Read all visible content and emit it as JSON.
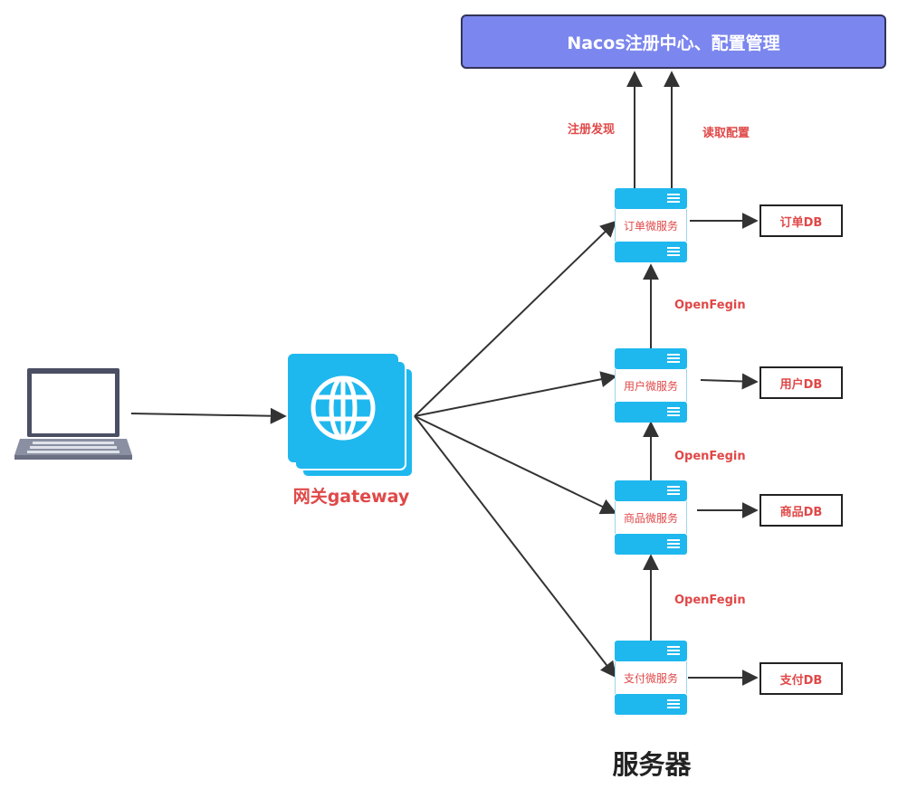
{
  "nacos": {
    "title": "Nacos注册中心、配置管理"
  },
  "labels": {
    "register_discover": "注册发现",
    "read_config": "读取配置",
    "openfeign": [
      "OpenFegin",
      "OpenFegin",
      "OpenFegin"
    ]
  },
  "gateway": {
    "label": "网关gateway",
    "icon": "globe-icon"
  },
  "client": {
    "icon": "laptop-icon"
  },
  "services": [
    {
      "name": "订单微服务",
      "db": "订单DB"
    },
    {
      "name": "用户微服务",
      "db": "用户DB"
    },
    {
      "name": "商品微服务",
      "db": "商品DB"
    },
    {
      "name": "支付微服务",
      "db": "支付DB"
    }
  ],
  "footer": {
    "label": "服务器"
  },
  "colors": {
    "nacos_bg": "#7b86ee",
    "accent_red": "#e04848",
    "server_blue": "#1fb8ee"
  }
}
